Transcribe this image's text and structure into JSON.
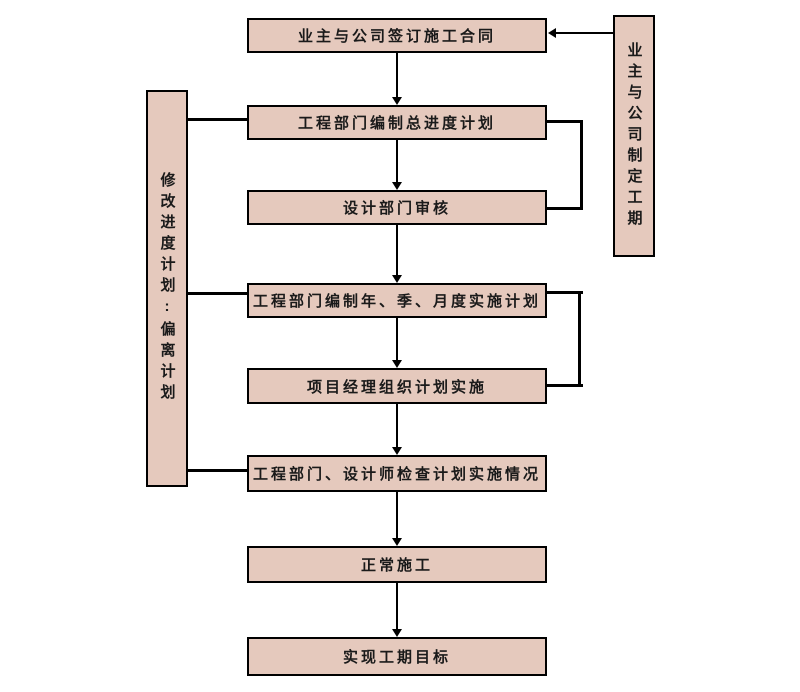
{
  "palette": {
    "background": "#ffffff",
    "box_fill": "#e5c9bd",
    "box_border": "#000000",
    "line_color": "#000000",
    "text_color": "#1a1a1a"
  },
  "flowchart": {
    "main_boxes": [
      {
        "id": "sign-contract",
        "label": "业主与公司签订施工合同"
      },
      {
        "id": "master-schedule",
        "label": "工程部门编制总进度计划"
      },
      {
        "id": "design-review",
        "label": "设计部门审核"
      },
      {
        "id": "implementation-plans",
        "label": "工程部门编制年、季、月度实施计划"
      },
      {
        "id": "pm-organize",
        "label": "项目经理组织计划实施"
      },
      {
        "id": "inspection",
        "label": "工程部门、设计师检查计划实施情况"
      },
      {
        "id": "normal-construction",
        "label": "正常施工"
      },
      {
        "id": "achieve-goal",
        "label": "实现工期目标"
      }
    ],
    "left_box": {
      "label": "修改进度计划:偏离计划"
    },
    "right_box": {
      "label": "业主与公司制定工期"
    }
  }
}
